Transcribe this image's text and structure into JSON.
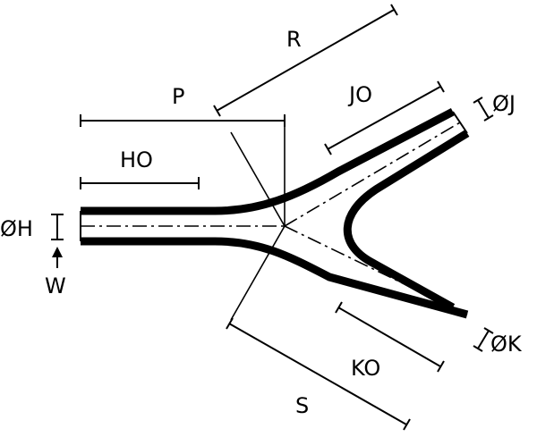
{
  "labels": {
    "R": "R",
    "P": "P",
    "JO": "JO",
    "J": "ØJ",
    "HO": "HO",
    "H": "ØH",
    "W": "W",
    "S": "S",
    "KO": "KO",
    "K": "ØK"
  },
  "colors": {
    "ink": "#000000",
    "background": "#ffffff"
  }
}
